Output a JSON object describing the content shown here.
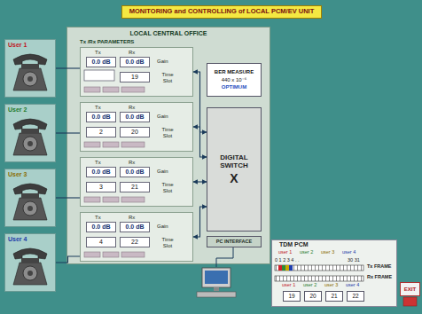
{
  "diagram": {
    "title": "MONITORING and CONTROLLING of LOCAL PCM/EV UNIT",
    "nodes": [
      {
        "text": [
          "User 1"
        ]
      },
      {
        "text": [
          "User 2"
        ]
      },
      {
        "text": [
          "User 3"
        ]
      },
      {
        "text": [
          "User 4"
        ]
      },
      {
        "text": [
          "LOCAL CENTRAL OFFICE",
          "Tx /Rx PARAMETERS"
        ]
      },
      {
        "text": [
          "Tx",
          "Rx",
          "Gain",
          "Time Slot"
        ],
        "in": 4
      },
      {
        "text": [
          "0.0 dB"
        ],
        "in": 5
      },
      {
        "text": [
          "0.0 dB"
        ],
        "in": 5
      },
      {
        "text": [
          "19"
        ],
        "in": 5
      },
      {
        "text": [
          "Tx",
          "Rx",
          "Gain",
          "Time Slot"
        ],
        "in": 4
      },
      {
        "text": [
          "0.0 dB"
        ],
        "in": 9
      },
      {
        "text": [
          "0.0 dB"
        ],
        "in": 9
      },
      {
        "text": [
          "2"
        ],
        "in": 9
      },
      {
        "text": [
          "20"
        ],
        "in": 9
      },
      {
        "text": [
          "Tx",
          "Rx",
          "Gain",
          "Time Slot"
        ],
        "in": 4
      },
      {
        "text": [
          "0.0 dB"
        ],
        "in": 14
      },
      {
        "text": [
          "0.0 dB"
        ],
        "in": 14
      },
      {
        "text": [
          "3"
        ],
        "in": 14
      },
      {
        "text": [
          "21"
        ],
        "in": 14
      },
      {
        "text": [
          "Tx",
          "Rx",
          "Gain",
          "Time Slot"
        ],
        "in": 4
      },
      {
        "text": [
          "0.0 dB"
        ],
        "in": 19
      },
      {
        "text": [
          "0.0 dB"
        ],
        "in": 19
      },
      {
        "text": [
          "4"
        ],
        "in": 19
      },
      {
        "text": [
          "22"
        ],
        "in": 19
      },
      {
        "text": [
          "BER MEASURE",
          "440 x 10⁻⁶",
          "OPTIMUM"
        ],
        "in": 4
      },
      {
        "text": [
          "DIGITAL SWITCH",
          "X"
        ],
        "in": 4
      },
      {
        "text": [
          "PC INTERFACE"
        ],
        "in": 4
      },
      {
        "text": [
          "TDM PCM"
        ]
      },
      {
        "text": [
          "19"
        ],
        "in": 27
      },
      {
        "text": [
          "20"
        ],
        "in": 27
      },
      {
        "text": [
          "21"
        ],
        "in": 27
      },
      {
        "text": [
          "22"
        ],
        "in": 27
      },
      {
        "text": [
          "EXIT"
        ]
      }
    ],
    "edges": [
      {
        "from": 0,
        "to": 5,
        "arrow": "none"
      },
      {
        "from": 1,
        "to": 9,
        "arrow": "none"
      },
      {
        "from": 2,
        "to": 14,
        "arrow": "none"
      },
      {
        "from": 3,
        "to": 19,
        "arrow": "none"
      },
      {
        "from": 5,
        "to": 25,
        "arrow": "both"
      },
      {
        "from": 9,
        "to": 25,
        "arrow": "both"
      },
      {
        "from": 14,
        "to": 25,
        "arrow": "both"
      },
      {
        "from": 19,
        "to": 25,
        "arrow": "both"
      }
    ],
    "labels": [
      "user 1",
      "user 2",
      "user 3",
      "user 4",
      "0 1 2 3 4 . .",
      "30 31",
      "Tx FRAME",
      "Rx FRAME",
      "user 1",
      "user 2",
      "user 3",
      "user 4"
    ]
  }
}
